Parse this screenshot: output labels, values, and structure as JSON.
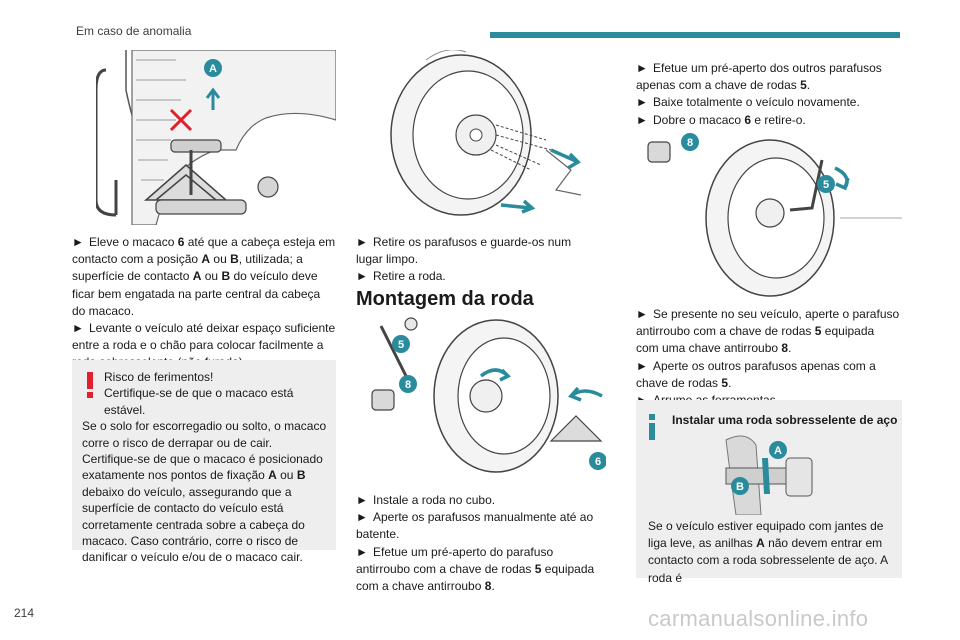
{
  "header": {
    "section_title": "Em caso de anomalia",
    "accent_color": "#2a8b9d"
  },
  "page_number": "214",
  "watermark": "carmanualsonline.info",
  "col1": {
    "p1_a": "Eleve o macaco ",
    "p1_b": "6",
    "p1_c": " até que a cabeça esteja em contacto com a posição ",
    "p1_d": "A",
    "p1_e": " ou ",
    "p1_f": "B",
    "p1_g": ", utilizada; a superfície de contacto ",
    "p1_h": "A",
    "p1_i": " ou ",
    "p1_j": "B",
    "p1_k": " do veículo deve ficar bem engatada na parte central da cabeça do macaco.",
    "p2": "Levante o veículo até deixar espaço suficiente entre a roda e o chão para colocar facilmente a roda sobresselente (não furada).",
    "warning": {
      "title": "Risco de ferimentos!",
      "l1": "Certifique-se de que o macaco está estável.",
      "l2": "Se o solo for escorregadio ou solto, o macaco corre o risco de derrapar ou de cair.",
      "l3a": "Certifique-se de que o macaco é posicionado exatamente nos pontos de fixação ",
      "l3b": "A",
      "l3c": " ou ",
      "l3d": "B",
      "l3e": " debaixo do veículo, assegurando que a superfície de contacto do veículo está corretamente centrada sobre a cabeça do macaco. Caso contrário, corre o risco de danificar o veículo e/ou de o macaco cair."
    }
  },
  "col2": {
    "p1": "Retire os parafusos e guarde-os num lugar limpo.",
    "p2": "Retire a roda.",
    "heading": "Montagem da roda",
    "p3": "Instale a roda no cubo.",
    "p4": "Aperte os parafusos manualmente até ao batente.",
    "p5a": "Efetue um pré-aperto do parafuso antirroubo com a chave de rodas ",
    "p5b": "5",
    "p5c": " equipada com a chave antirroubo ",
    "p5d": "8",
    "p5e": "."
  },
  "col3": {
    "p1a": "Efetue um pré-aperto dos outros parafusos apenas com a chave de rodas ",
    "p1b": "5",
    "p1c": ".",
    "p2": "Baixe totalmente o veículo novamente.",
    "p3a": "Dobre o macaco ",
    "p3b": "6",
    "p3c": " e retire-o.",
    "p4a": "Se presente no seu veículo, aperte o parafuso antirroubo com a chave de rodas ",
    "p4b": "5",
    "p4c": " equipada com uma chave antirroubo ",
    "p4d": "8",
    "p4e": ".",
    "p5a": "Aperte os outros parafusos apenas com a chave de rodas ",
    "p5b": "5",
    "p5c": ".",
    "p6": "Arrume as ferramentas.",
    "info": {
      "title": "Instalar uma roda sobresselente de aço",
      "b1": "Se o veículo estiver equipado com jantes de liga leve, as anilhas ",
      "b2": "A",
      "b3": " não devem entrar em contacto com a roda sobresselente de aço. A roda é"
    }
  },
  "bullet": "►",
  "callouts": {
    "a": "A",
    "b": "B",
    "five": "5",
    "six": "6",
    "eight": "8"
  },
  "colors": {
    "callout": "#2a8b9d",
    "warning_red": "#e0202c",
    "box_bg": "#eeeeee"
  }
}
